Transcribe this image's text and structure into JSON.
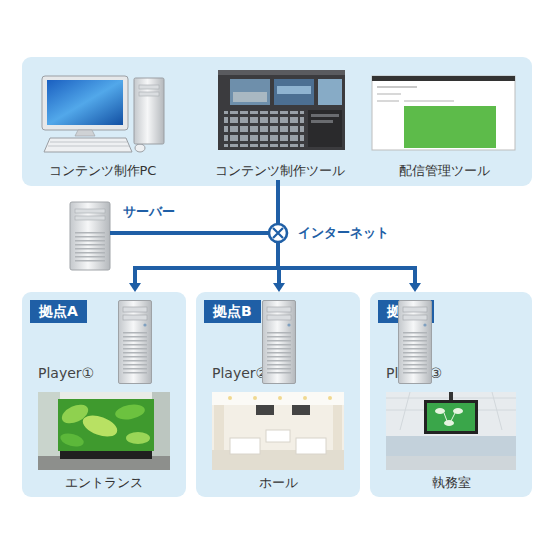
{
  "diagram": {
    "nodes": [
      {
        "text": [
          "コンテンツ制作PC"
        ]
      },
      {
        "text": [
          "コンテンツ制作ツール"
        ]
      },
      {
        "text": [
          "配信管理ツール"
        ]
      },
      {
        "text": [
          "サーバー"
        ]
      },
      {
        "text": [
          "インターネット"
        ]
      },
      {
        "text": [
          "拠点A",
          "Player①",
          "エントランス"
        ]
      },
      {
        "text": [
          "拠点B",
          "Player②",
          "ホール"
        ]
      },
      {
        "text": [
          "拠点C",
          "Player③",
          "執務室"
        ]
      }
    ],
    "edges": [
      {
        "from": 3,
        "to": 4,
        "arrow": "none"
      },
      {
        "from": 1,
        "to": 4,
        "arrow": "none"
      },
      {
        "from": 4,
        "to": 5,
        "arrow": "to"
      },
      {
        "from": 4,
        "to": 6,
        "arrow": "to"
      },
      {
        "from": 4,
        "to": 7,
        "arrow": "to"
      }
    ]
  }
}
